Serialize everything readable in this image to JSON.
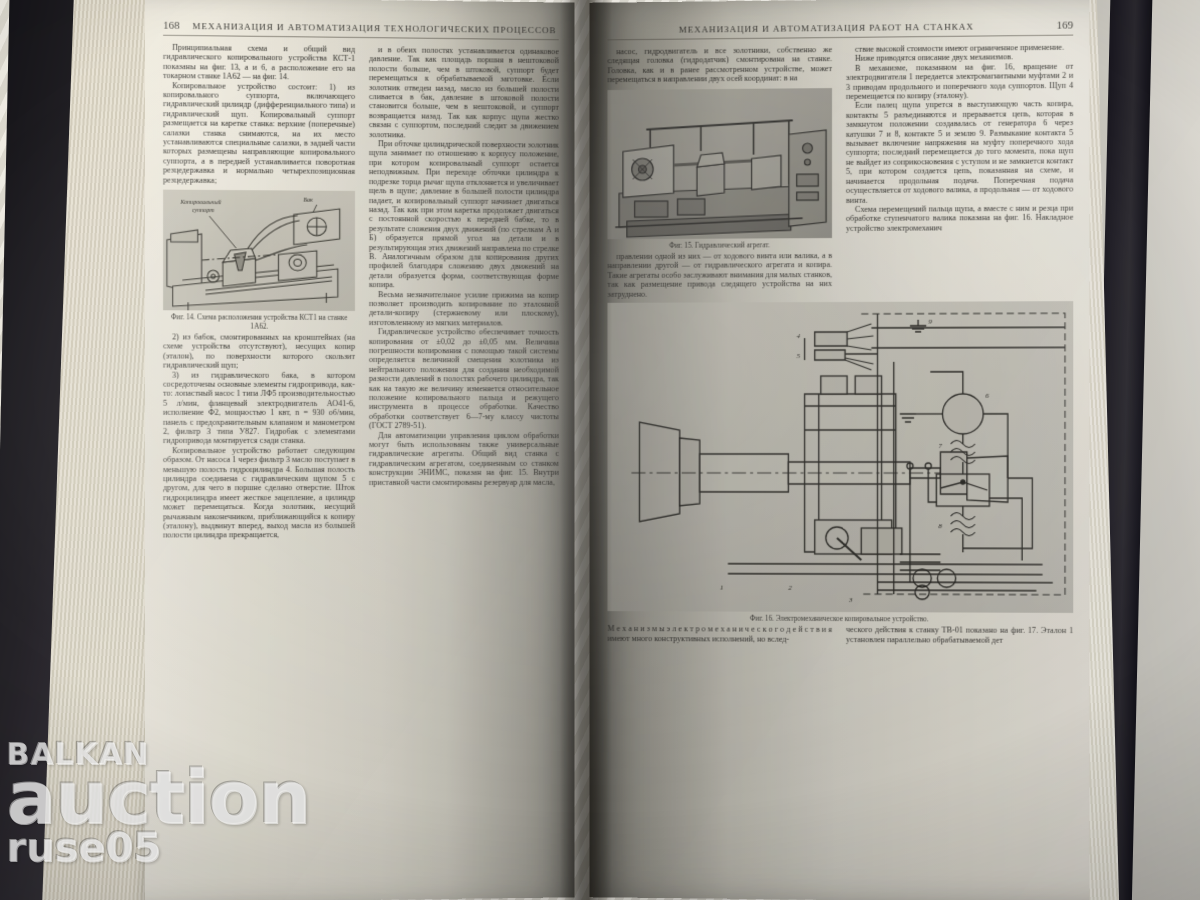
{
  "photo": {
    "subject": "open-book-spread",
    "watermark": {
      "line1": "BALKAN",
      "line2": "auction",
      "line3": "ruse05"
    }
  },
  "left_page": {
    "folio": "168",
    "running_head": "МЕХАНИЗАЦИЯ И АВТОМАТИЗАЦИЯ ТЕХНОЛОГИЧЕСКИХ ПРОЦЕССОВ",
    "col1": [
      "Принципиальная схема и общий вид гидравлического копировального устройства КСТ-1 показаны на фиг. 13, а и б, а расположение его на токарном станке 1А62 — на фиг. 14.",
      "Копировальное устройство состоит: 1) из копировального суппорта, включающего гидравлический цилиндр (дифференциального типа) и гидравлический щуп. Копировальный суппорт размещается на каретке станка: верхние (поперечные) салазки станка снимаются, на их место устанавливаются специальные салазки, в задней части которых размещены направляющие копировального суппорта, а в передней устанавливается поворотная резцедержавка и нормально четырехпозиционная резцедержавка;",
      "2) из бабок, смонтированных на кронштейнах (на схеме устройства отсутствуют), несущих копир (эталон), по поверхности которого скользит гидравлический щуп;",
      "3) из гидравлического бака, в котором сосредоточены основные элементы гидропривода, как-то: лопастный насос 1 типа ЛФ5 производительностью 5 л/мин, фланцевый электродвигатель АО41-6, исполнение Ф2, мощностью 1 квт, n = 930 об/мин, панель с предохранительным клапаном и манометром 2, фильтр 3 типа У827. Гидробак с элементами гидропривода монтируется сзади станка.",
      "Копировальное устройство работает следующим образом. От насоса 1 через фильтр 3 масло поступает в меньшую полость гидроцилиндра 4. Большая полость цилиндра соединена с гидравлическим щупом 5 с другом, для чего в поршне сделано отверстие. Шток гидроцилиндра имеет жесткое зацепление, а цилиндр может перемещаться. Когда золотник, несущий рычажным наконечником, приближающийся к копиру (эталону), выдвинут вперед, выход масла из большей полости цилиндра прекращается,"
    ],
    "col2": [
      "и в обеих полостях устанавливается одинаковое давление. Так как площадь поршня в нештоковой полости больше, чем в штоковой, суппорт будет перемещаться к обрабатываемой заготовке. Если золотник отведен назад, масло из большей полости сливается в бак, давление в штоковой полости становится больше, чем в нештоковой, и суппорт возвращается назад. Так как корпус щупа жестко связан с суппортом, последний следит за движением золотника.",
      "При обточке цилиндрической поверхности золотник щупа занимает по отношению к корпусу положение, при котором копировальный суппорт остается неподвижным. При переходе обточки цилиндра к подрезке торца рычаг щупа отклоняется и увеличивает щель в щупе; давление в большей полости цилиндра падает, и копировальный суппорт начинает двигаться назад. Так как при этом каретка продолжает двигаться с постоянной скоростью к передней бабке, то в результате сложения двух движений (по стрелкам А и Б) образуется прямой угол на детали и в результирующая этих движений направлена по стрелке В. Аналогичным образом для копирования других профилей благодаря сложению двух движений на детали образуется форма, соответствующая форме копира.",
      "Весьма незначительное усилие прижима на копир позволяет производить копирование по эталонной детали-копиру (стержневому или плоскому), изготовленному из мягких материалов.",
      "Гидравлическое устройство обеспечивает точность копирования от ±0,02 до ±0,05 мм. Величина погрешности копирования с помощью такой системы определяется величиной смещения золотника из нейтрального положения для создания необходимой разности давлений в полостях рабочего цилиндра, так как на такую же величину изменяется относительное положение копировального пальца и режущего инструмента в процессе обработки. Качество обработки соответствует 6—7-му классу чистоты (ГОСТ 2789-51).",
      "Для автоматизации управления циклом обработки могут быть использованы также универсальные гидравлические агрегаты. Общий вид станка с гидравлическим агрегатом, соединенным со станком конструкции ЭНИМС, показан на фиг. 15. Внутри приставной части смонтированы резервуар для масла,"
    ],
    "figure": {
      "caption": "Фиг. 14. Схема расположения устройства КСТ1 на станке 1А62.",
      "labels": {
        "a": "Копировальный суппорт",
        "b": "Бак"
      }
    }
  },
  "right_page": {
    "folio": "169",
    "running_head": "МЕХАНИЗАЦИЯ И АВТОМАТИЗАЦИЯ РАБОТ НА СТАНКАХ",
    "col1_top": [
      "насос, гидродвигатель и все золотники, собственно же следящая головка (гидродатчик) смонтирована на станке. Головка, как и в ранее рассмотренном устройстве, может перемещаться в направлении двух осей координат: в на"
    ],
    "col2_top": [
      "ствие высокой стоимости имеют ограниченное применение.",
      "Ниже приводятся описание двух механизмов.",
      "В механизме, показанном на фиг. 16, вращение от электродвигателя 1 передается электромагнитными муфтами 2 и 3 приводам продольного и поперечного хода суппортов. Щуп 4 перемещается по копиру (эталону).",
      "Если палец щупа упрется в выступающую часть копира, контакты 5 разъединяются и прерывается цепь, которая в замкнутом положении создавалась от генератора 6 через катушки 7 и 8, контакте 5 и землю 9. Размыкание контакта 5 вызывает включение напряжения на муфту поперечного хода суппорта; последний перемещается до того момента, пока щуп не выйдет из соприкосновения с уступом и не замкнется контакт 5, при котором создается цепь, показанная на схеме, и начинается продольная подача. Поперечная подача осуществляется от ходового валика, а продольная — от ходового винта.",
      "Схема перемещений пальца щупа, а вместе с ним и резца при обработке ступенчатого валика показана на фиг. 16. Накладное устройство электромеханич"
    ],
    "col1_mid": [
      "правлении одной из них — от ходового винта или валика, а в направлении другой — от гидравлического агрегата и копира. Такие агрегаты особо заслуживают внимания для малых станков, так как размещение привода следящего устройства на них затруднено."
    ],
    "figure15": {
      "caption": "Фиг. 15. Гидравлический агрегат."
    },
    "figure16": {
      "caption": "Фиг. 16. Электромеханическое копировальное устройство.",
      "callouts": [
        "1",
        "2",
        "3",
        "4",
        "5",
        "6",
        "7",
        "8",
        "9"
      ]
    },
    "bottom_col1": [
      "М е х а н и з м ы  э л е к т р о м е х а н и ч е с к о г о  д е й с т в и я  имеют много конструктивных исполнений, но вслед-"
    ],
    "bottom_col2": [
      "ческого действия к станку ТВ-01 показано на фиг. 17. Эталон 1 установлен параллельно обрабатываемой дет"
    ]
  },
  "colors": {
    "paper": "#d8d6cc",
    "ink": "#2e2d29",
    "cover": "#1a1820",
    "desk": "#dcdad2"
  }
}
